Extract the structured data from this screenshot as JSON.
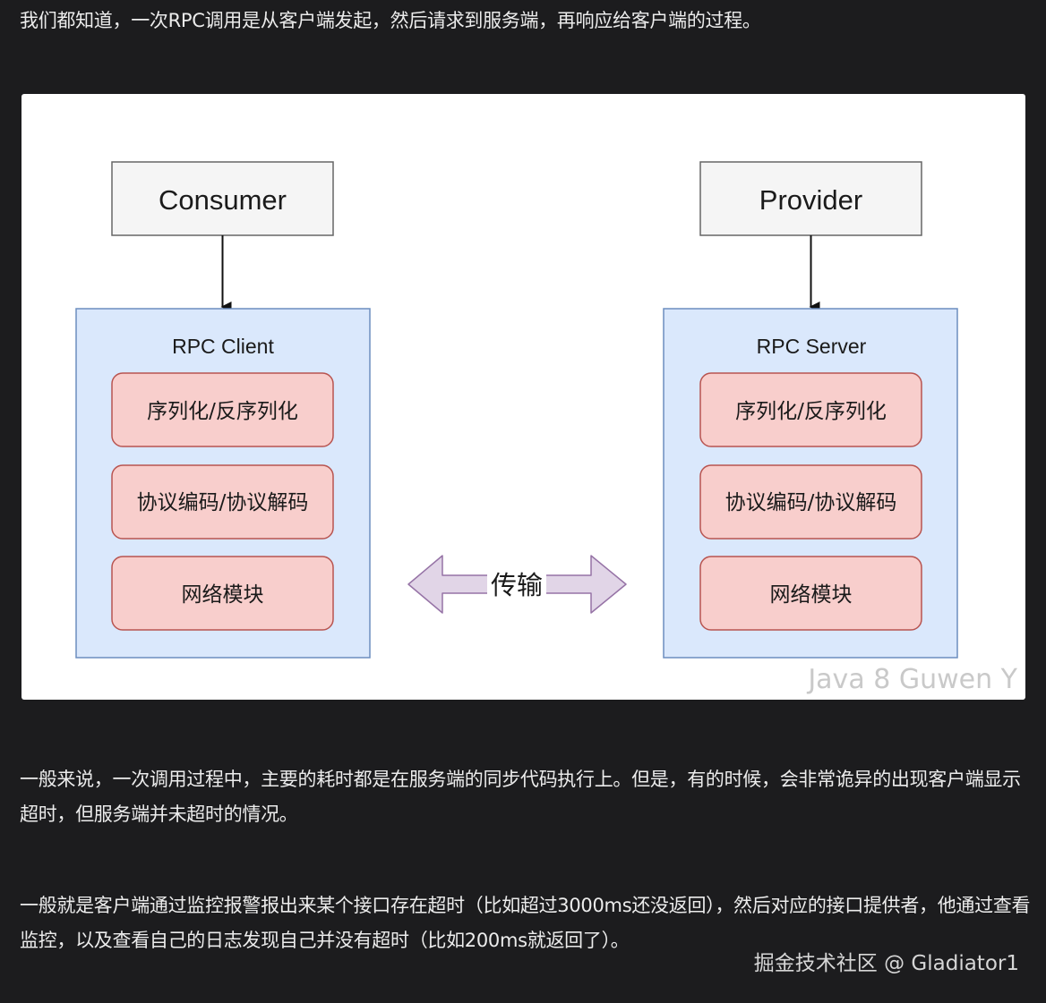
{
  "paragraphs": {
    "p1": "我们都知道，一次RPC调用是从客户端发起，然后请求到服务端，再响应给客户端的过程。",
    "p2": "一般来说，一次调用过程中，主要的耗时都是在服务端的同步代码执行上。但是，有的时候，会非常诡异的出现客户端显示超时，但服务端并未超时的情况。",
    "p3": "一般就是客户端通过监控报警报出来某个接口存在超时（比如超过3000ms还没返回），然后对应的接口提供者，他通过查看监控，以及查看自己的日志发现自己并没有超时（比如200ms就返回了）。"
  },
  "diagram": {
    "consumer": "Consumer",
    "provider": "Provider",
    "client": {
      "title": "RPC Client",
      "modules": [
        "序列化/反序列化",
        "协议编码/协议解码",
        "网络模块"
      ]
    },
    "server": {
      "title": "RPC Server",
      "modules": [
        "序列化/反序列化",
        "协议编码/协议解码",
        "网络模块"
      ]
    },
    "transport_label": "传输",
    "watermark": "Java 8 Guwen Y"
  },
  "footer_watermark": "掘金技术社区 @ Gladiator1",
  "colors": {
    "page_bg": "#1c1c1e",
    "container_fill": "#dae8fc",
    "container_stroke": "#6c8ebf",
    "module_fill": "#f8cecc",
    "module_stroke": "#b85450",
    "top_box_fill": "#f5f5f5",
    "arrow_fill": "#e1d5e7",
    "arrow_stroke": "#9673a6"
  }
}
